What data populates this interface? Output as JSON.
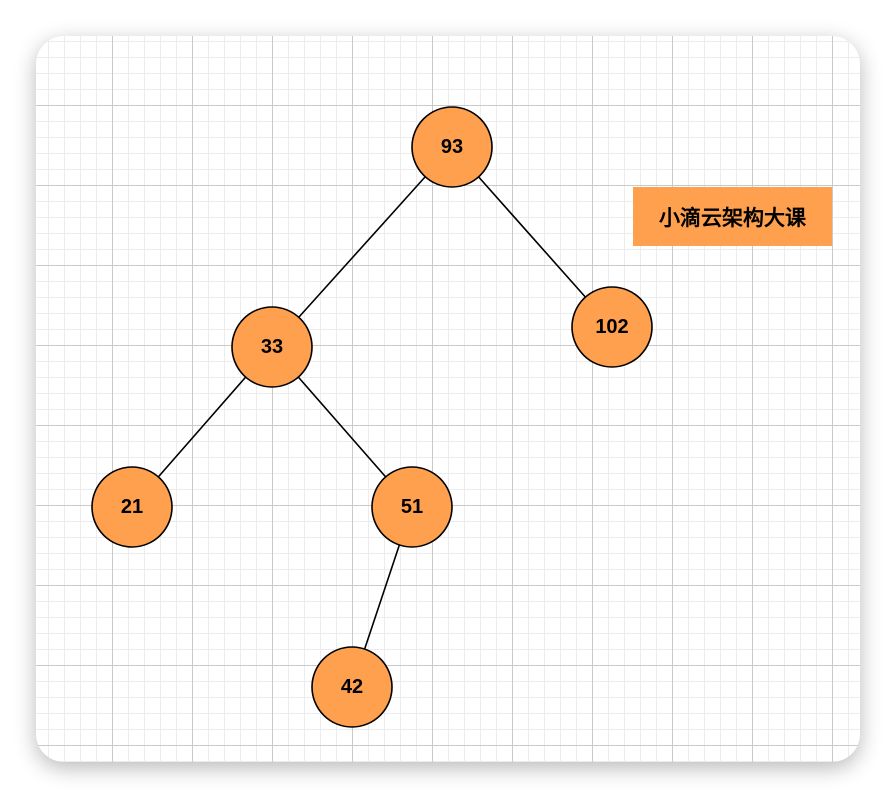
{
  "tree": {
    "root": "n93",
    "nodes": [
      {
        "id": "n93",
        "value": "93"
      },
      {
        "id": "n33",
        "value": "33"
      },
      {
        "id": "n102",
        "value": "102"
      },
      {
        "id": "n21",
        "value": "21"
      },
      {
        "id": "n51",
        "value": "51"
      },
      {
        "id": "n42",
        "value": "42"
      }
    ],
    "edges": [
      {
        "from": "n93",
        "to": "n33"
      },
      {
        "from": "n93",
        "to": "n102"
      },
      {
        "from": "n33",
        "to": "n21"
      },
      {
        "from": "n33",
        "to": "n51"
      },
      {
        "from": "n51",
        "to": "n42"
      }
    ]
  },
  "brand_label": {
    "text": "小滴云架构大课"
  },
  "colors": {
    "node_fill": "#FFA04F",
    "label_fill": "#FFA04F"
  }
}
